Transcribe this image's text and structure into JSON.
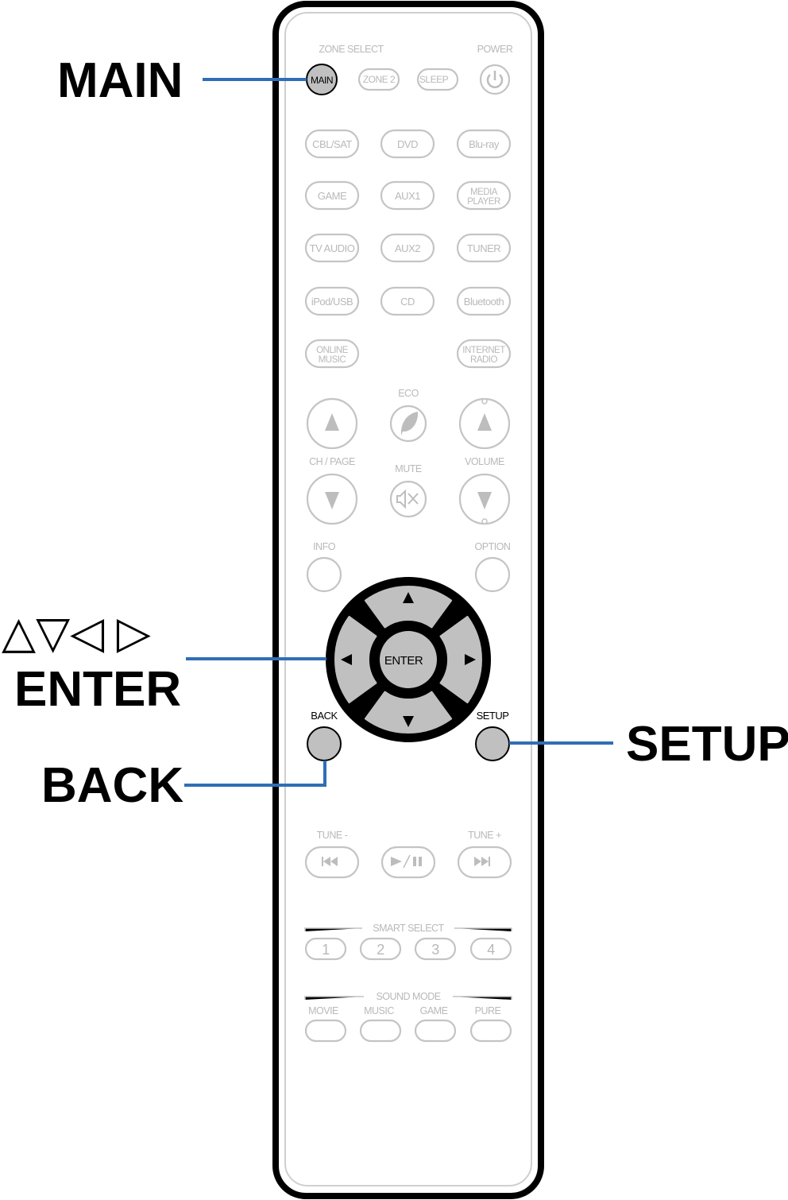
{
  "callouts": {
    "main": "MAIN",
    "arrows": "△▽◁ ▷",
    "enter": "ENTER",
    "back": "BACK",
    "setup": "SETUP"
  },
  "remote": {
    "zone_select_label": "ZONE SELECT",
    "power_label": "POWER",
    "zone_buttons": [
      "MAIN",
      "ZONE 2",
      "SLEEP"
    ],
    "power_icon": "power-icon",
    "source_rows": [
      [
        "CBL/SAT",
        "DVD",
        "Blu-ray"
      ],
      [
        "GAME",
        "AUX1",
        "MEDIA",
        "PLAYER"
      ],
      [
        "TV AUDIO",
        "AUX2",
        "TUNER"
      ],
      [
        "iPod/USB",
        "CD",
        "Bluetooth"
      ],
      [
        "ONLINE",
        "MUSIC",
        "INTERNET",
        "RADIO"
      ]
    ],
    "eco_label": "ECO",
    "ch_page_label": "CH / PAGE",
    "mute_label": "MUTE",
    "volume_label": "VOLUME",
    "info_label": "INFO",
    "option_label": "OPTION",
    "enter_label": "ENTER",
    "back_label": "BACK",
    "setup_label": "SETUP",
    "tune_minus_label": "TUNE -",
    "tune_plus_label": "TUNE +",
    "smart_select_label": "SMART SELECT",
    "smart_select_buttons": [
      "1",
      "2",
      "3",
      "4"
    ],
    "sound_mode_label": "SOUND MODE",
    "sound_modes": [
      "MOVIE",
      "MUSIC",
      "GAME",
      "PURE"
    ]
  },
  "colors": {
    "leader": "#2f6eb5",
    "highlight": "#c0c0c0",
    "inactive": "#b9b9b9"
  }
}
